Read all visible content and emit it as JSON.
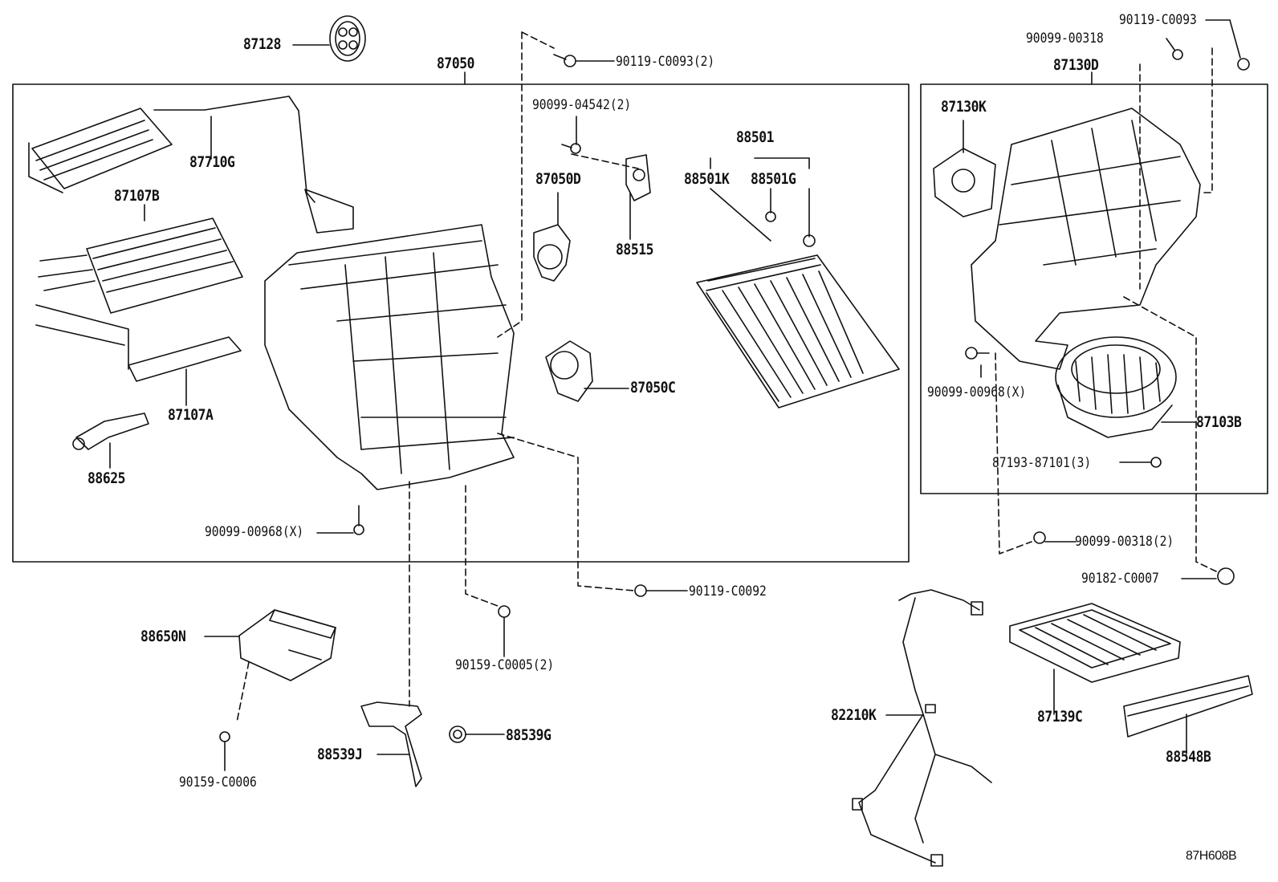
{
  "diagram_code": "87H608B",
  "assembly_labels": {
    "main_unit": "87050",
    "blower_unit": "87130D"
  },
  "part_labels": [
    {
      "id": "p87128",
      "text": "87128"
    },
    {
      "id": "p87050",
      "text": "87050"
    },
    {
      "id": "p90119c0093_2",
      "text": "90119-C0093(2)"
    },
    {
      "id": "p90099_04542_2",
      "text": "90099-04542(2)"
    },
    {
      "id": "p87710g",
      "text": "87710G"
    },
    {
      "id": "p87107b",
      "text": "87107B"
    },
    {
      "id": "p87107a",
      "text": "87107A"
    },
    {
      "id": "p88625",
      "text": "88625"
    },
    {
      "id": "p87050d",
      "text": "87050D"
    },
    {
      "id": "p88515",
      "text": "88515"
    },
    {
      "id": "p88501",
      "text": "88501"
    },
    {
      "id": "p88501k",
      "text": "88501K"
    },
    {
      "id": "p88501g",
      "text": "88501G"
    },
    {
      "id": "p87050c",
      "text": "87050C"
    },
    {
      "id": "p90099_00968_a",
      "text": "90099-00968(X)"
    },
    {
      "id": "p90119_c0093",
      "text": "90119-C0093"
    },
    {
      "id": "p90099_00318",
      "text": "90099-00318"
    },
    {
      "id": "p87130d",
      "text": "87130D"
    },
    {
      "id": "p87130k",
      "text": "87130K"
    },
    {
      "id": "p90099_00968_b",
      "text": "90099-00968(X)"
    },
    {
      "id": "p87103b",
      "text": "87103B"
    },
    {
      "id": "p87193_87101_3",
      "text": "87193-87101(3)"
    },
    {
      "id": "p90099_00318_2",
      "text": "90099-00318(2)"
    },
    {
      "id": "p90182_c0007",
      "text": "90182-C0007"
    },
    {
      "id": "p90119_c0092",
      "text": "90119-C0092"
    },
    {
      "id": "p88650n",
      "text": "88650N"
    },
    {
      "id": "p90159_c0005_2",
      "text": "90159-C0005(2)"
    },
    {
      "id": "p90159_c0006",
      "text": "90159-C0006"
    },
    {
      "id": "p88539j",
      "text": "88539J"
    },
    {
      "id": "p88539g",
      "text": "88539G"
    },
    {
      "id": "p82210k",
      "text": "82210K"
    },
    {
      "id": "p87139c",
      "text": "87139C"
    },
    {
      "id": "p88548b",
      "text": "88548B"
    }
  ]
}
